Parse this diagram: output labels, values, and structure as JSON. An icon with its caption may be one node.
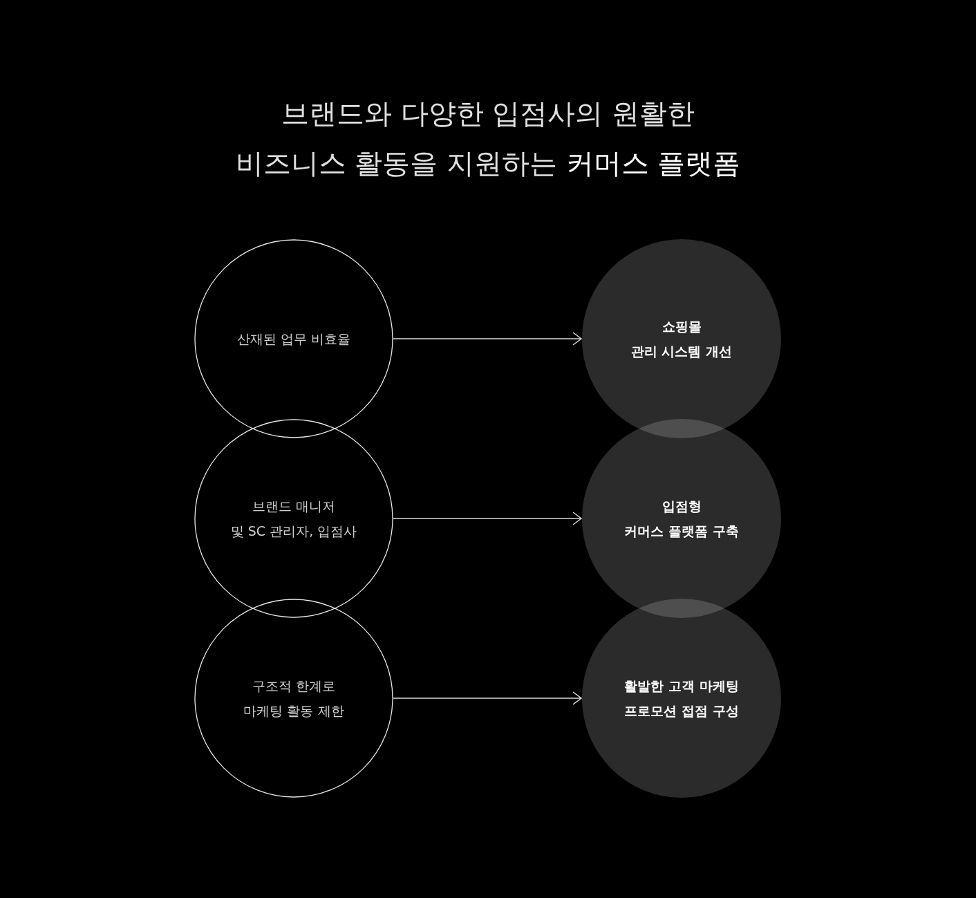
{
  "diagram": {
    "title": "브랜드와 다양한 입점사의 원활한 비즈니스 활동을 지원하는 **커머스 플랫폼**",
    "nodes": [
      {
        "text": [
          "산재된 업무 비효율"
        ]
      },
      {
        "text": [
          "브랜드 매니저 및 SC 관리자, 입점사"
        ]
      },
      {
        "text": [
          "구조적 한계로 마케팅 활동 제한"
        ]
      },
      {
        "text": [
          "쇼핑몰 관리 시스템 개선"
        ]
      },
      {
        "text": [
          "입점형 커머스 플랫폼 구축"
        ]
      },
      {
        "text": [
          "활발한 고객 마케팅 프로모션 접점 구성"
        ]
      }
    ],
    "edges": [
      {
        "from": 0,
        "to": 3,
        "arrow": "to"
      },
      {
        "from": 1,
        "to": 4,
        "arrow": "to"
      },
      {
        "from": 2,
        "to": 5,
        "arrow": "to"
      }
    ]
  }
}
